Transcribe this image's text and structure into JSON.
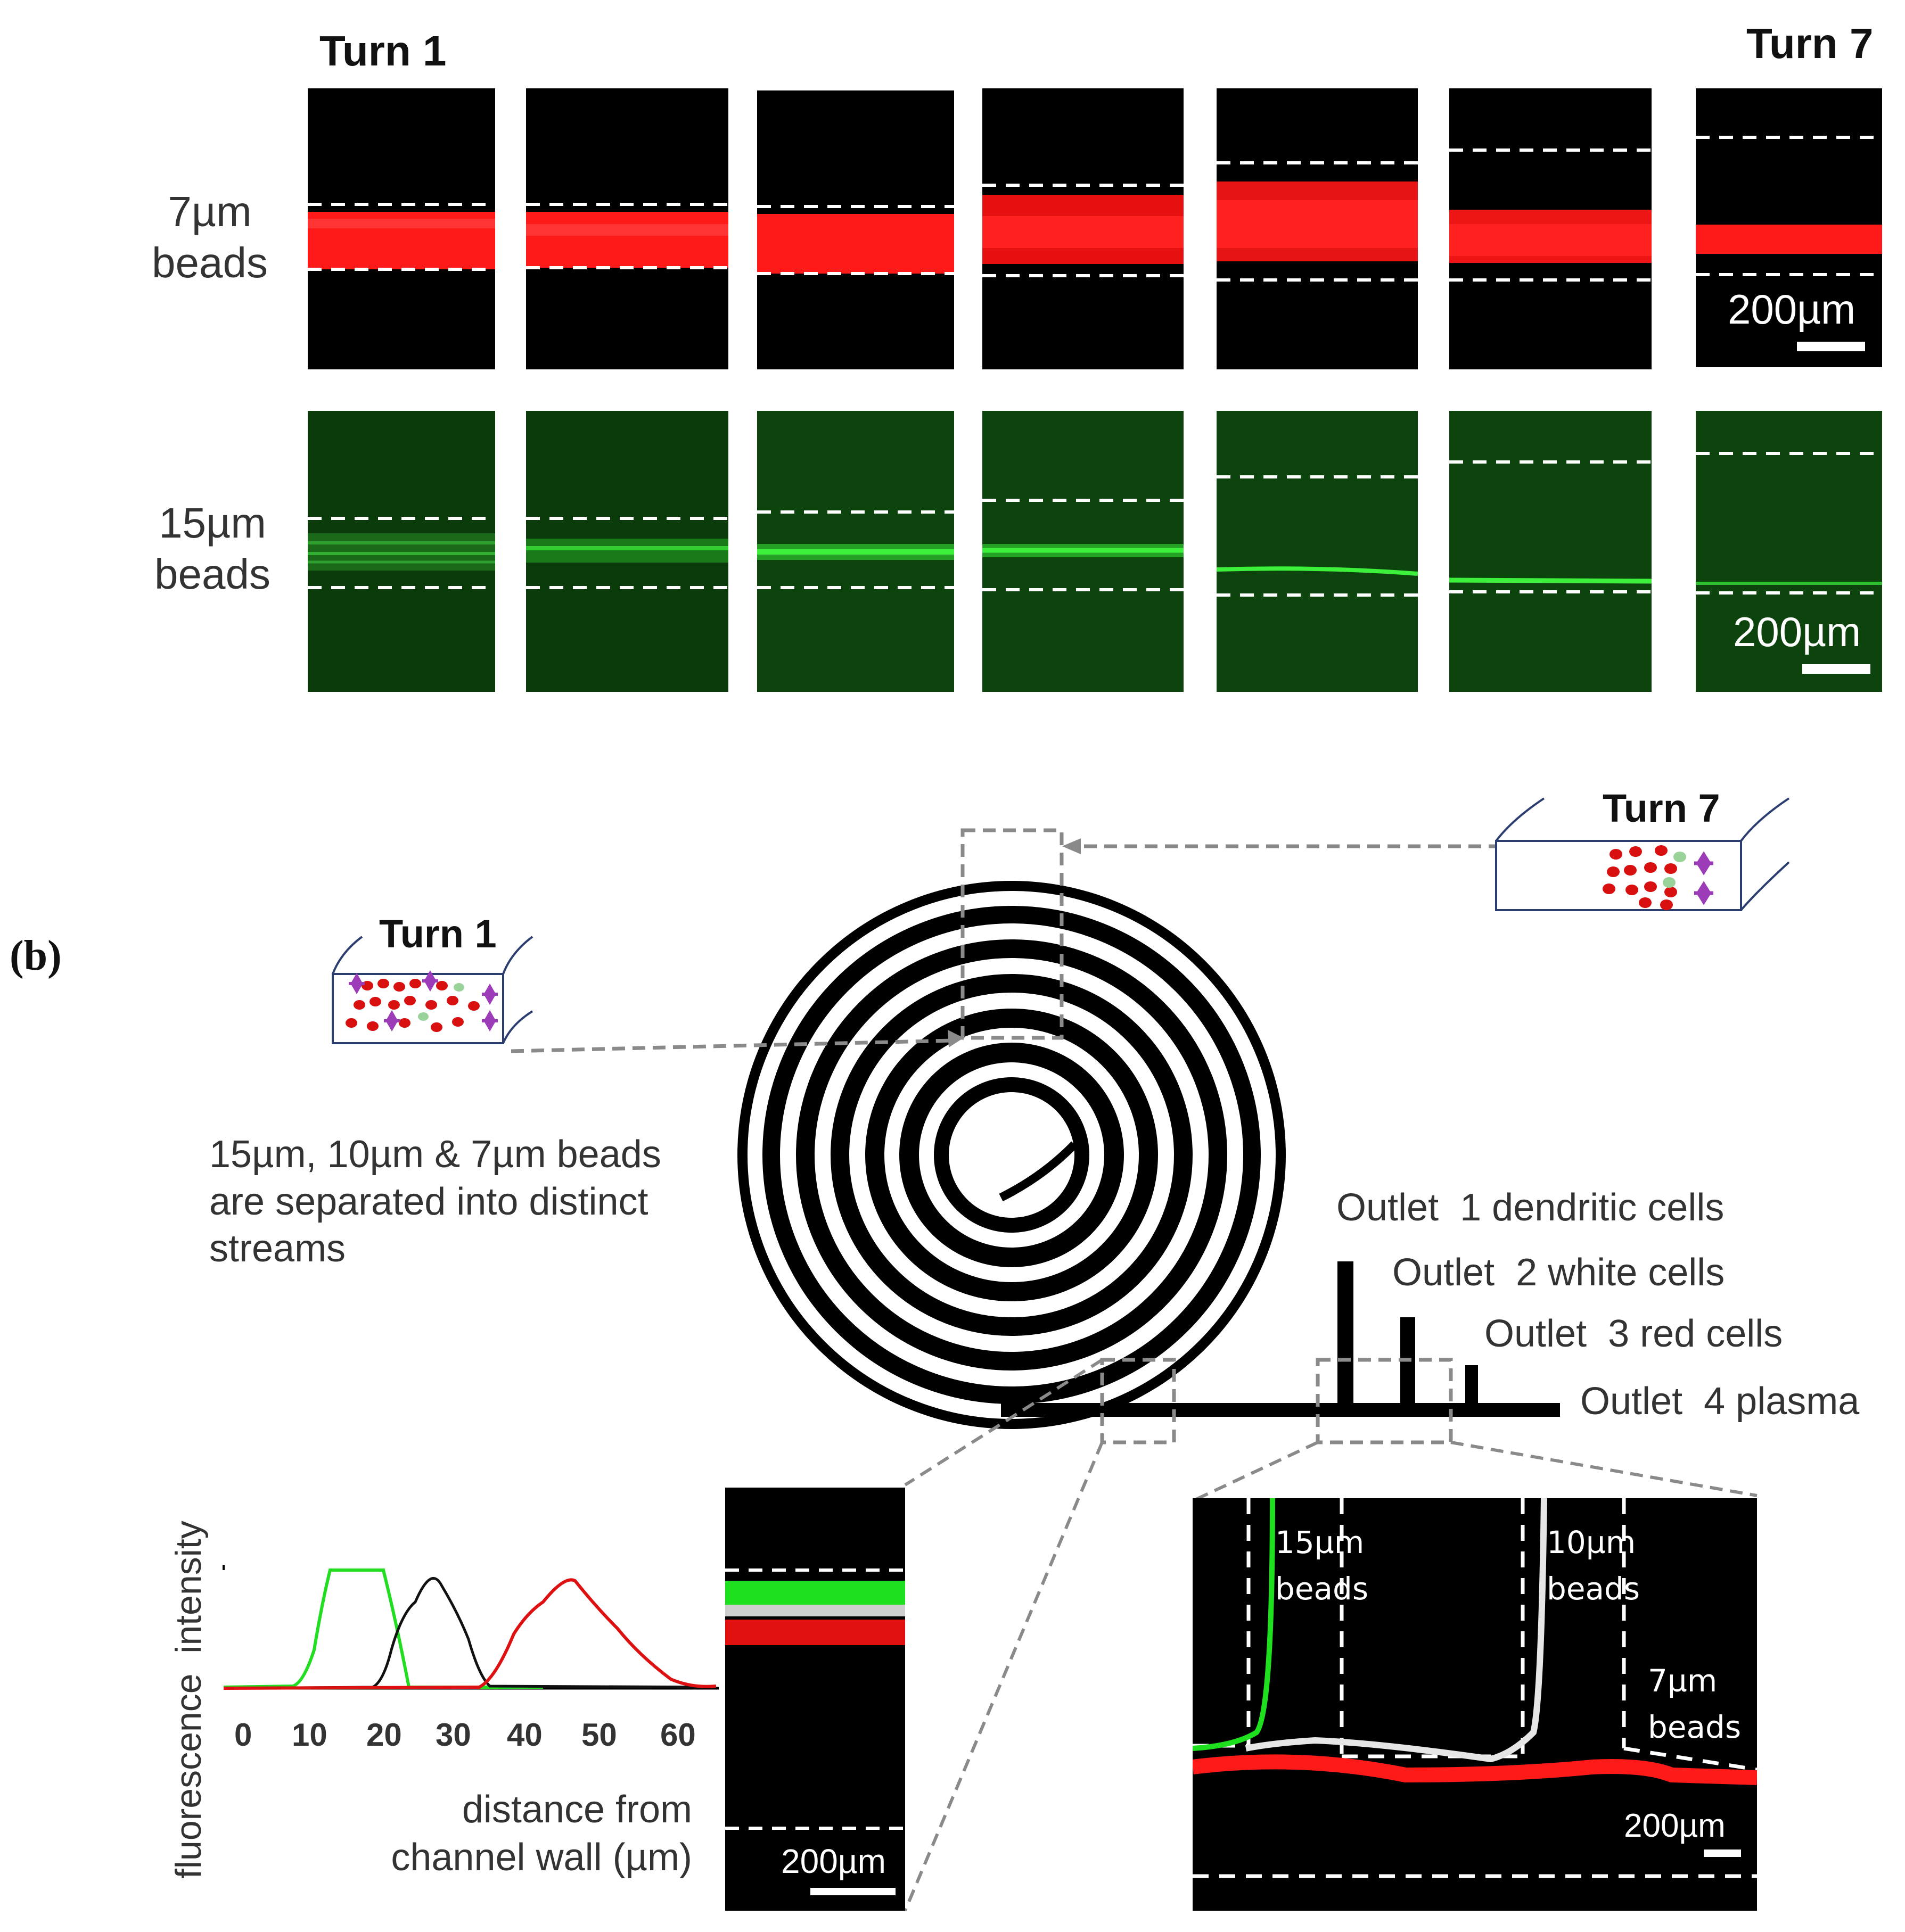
{
  "panel_a": {
    "turn_first": "Turn 1",
    "turn_last": "Turn 7",
    "row_red_label": "7µm\nbeads",
    "row_green_label": "15µm\nbeads",
    "scale_label": "200µm",
    "colors": {
      "red": "#ff1a1a",
      "green": "#1fe01f",
      "green_bg": "#0b3a0b"
    }
  },
  "panel_b": {
    "panel_letter": "(b)",
    "turn1_box_label": "Turn 1",
    "turn7_box_label": "Turn 7",
    "description": "15µm, 10µm & 7µm beads\nare separated into distinct\nstreams",
    "outlets": [
      {
        "label": "Outlet  1 dendritic cells"
      },
      {
        "label": "Outlet  2 white cells"
      },
      {
        "label": "Outlet  3 red cells"
      },
      {
        "label": "Outlet  4 plasma"
      }
    ],
    "plot": {
      "ylabel": "fluorescence  intensity",
      "xlabel": "distance from\nchannel wall (µm)",
      "x_ticks": [
        "0",
        "10",
        "20",
        "30",
        "40",
        "50",
        "60"
      ],
      "series_colors": [
        "#22dd22",
        "#111111",
        "#dd1111"
      ]
    },
    "inset_scale": "200µm",
    "outlet_inset": {
      "label_15": "15µm\nbeads",
      "label_10": "10µm\nbeads",
      "label_7": "7µm\nbeads",
      "scale_label": "200µm"
    }
  }
}
